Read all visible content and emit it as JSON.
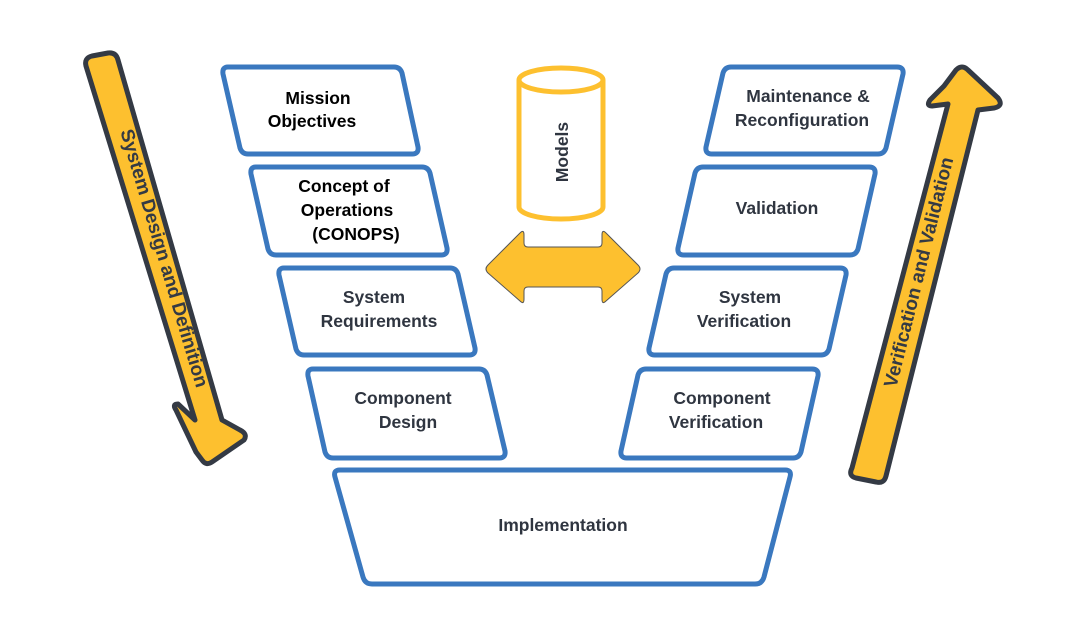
{
  "diagram": {
    "type": "V-model systems engineering lifecycle",
    "colors": {
      "box_border": "#3a78bf",
      "arrow_fill": "#fdc02f",
      "arrow_border": "#343a44",
      "text": "#2f3540"
    },
    "left_arrow": {
      "label": "System Design and Definition",
      "direction": "down"
    },
    "right_arrow": {
      "label": "Verification and Validation",
      "direction": "up"
    },
    "left_stages": [
      {
        "lines": [
          "Mission",
          "Objectives"
        ]
      },
      {
        "lines": [
          "Concept of",
          "Operations",
          "(CONOPS)"
        ]
      },
      {
        "lines": [
          "System",
          "Requirements"
        ]
      },
      {
        "lines": [
          "Component",
          "Design"
        ]
      }
    ],
    "right_stages": [
      {
        "lines": [
          "Maintenance &",
          "Reconfiguration"
        ]
      },
      {
        "lines": [
          "Validation"
        ]
      },
      {
        "lines": [
          "System",
          "Verification"
        ]
      },
      {
        "lines": [
          "Component",
          "Verification"
        ]
      }
    ],
    "bottom_stage": {
      "label": "Implementation"
    },
    "models": {
      "label": "Models",
      "connector": "double-headed-arrow"
    }
  }
}
